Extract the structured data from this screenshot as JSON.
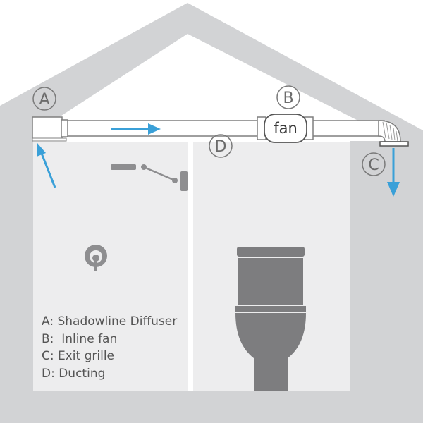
{
  "labels": {
    "a": "A",
    "b": "B",
    "c": "C",
    "d": "D",
    "fan": "fan"
  },
  "legend": [
    "A: Shadowline Diffuser",
    "B:  Inline fan",
    "C: Exit grille",
    "D: Ducting"
  ],
  "colors": {
    "house": "#d2d3d5",
    "room": "#ededee",
    "toilet": "#7d7d7f",
    "airflow_arrow": "#3aa0d8",
    "duct_outline": "#7f7f7f",
    "fixture": "#8e8e90"
  },
  "icons": {
    "fan": "inline-fan-icon",
    "diffuser": "shadowline-diffuser-icon",
    "grille": "exit-grille-icon",
    "toilet": "toilet-icon",
    "light_switch": "light-switch-icon",
    "towel_rail": "towel-rail-icon"
  }
}
